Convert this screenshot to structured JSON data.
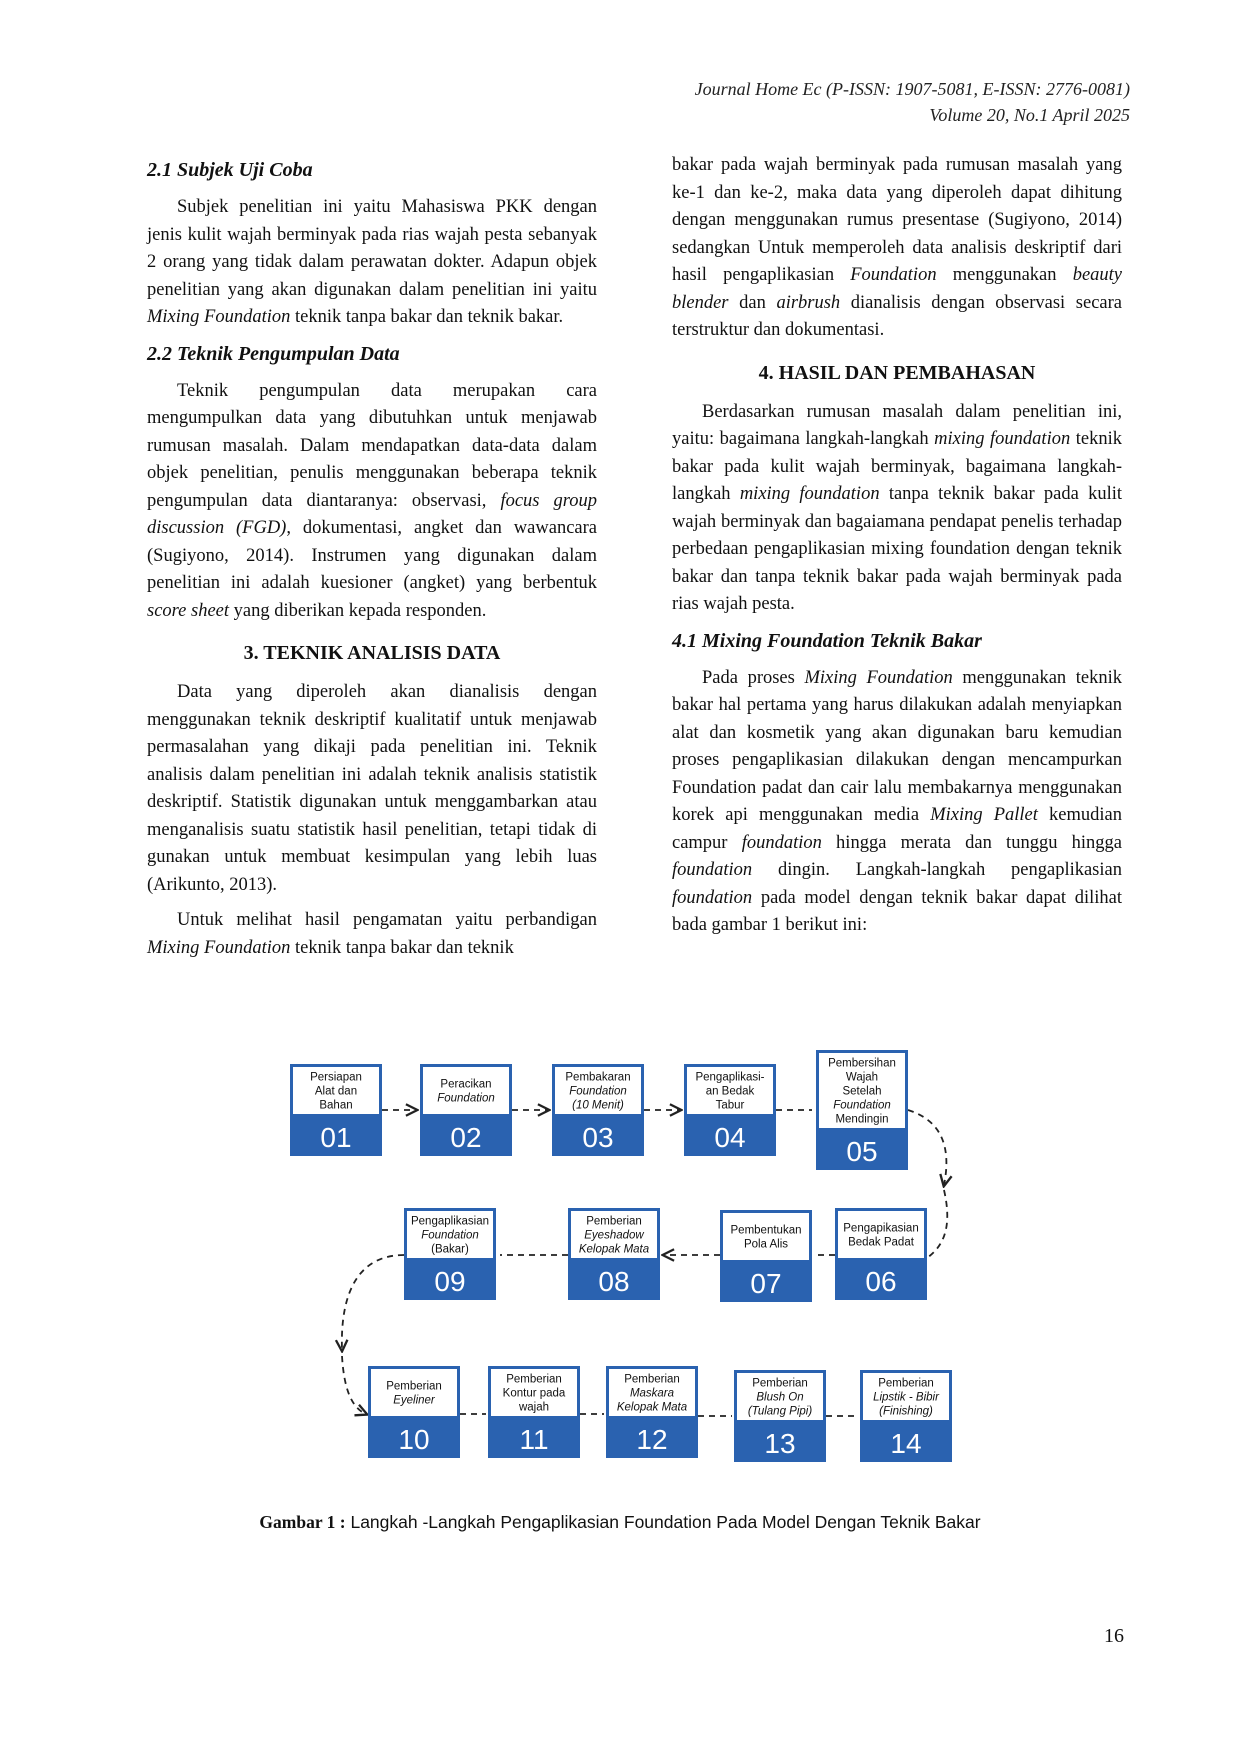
{
  "header": {
    "line1": "Journal Home Ec (P-ISSN: 1907-5081, E-ISSN: 2776-0081)",
    "line2": "Volume 20, No.1 April 2025"
  },
  "left": {
    "h21": "2.1 Subjek Uji Coba",
    "p1a": "Subjek penelitian ini yaitu Mahasiswa PKK dengan jenis kulit wajah berminyak pada rias wajah pesta sebanyak 2 orang yang tidak dalam perawatan dokter. Adapun objek penelitian yang akan digunakan dalam penelitian ini yaitu ",
    "p1i": "Mixing Foundation",
    "p1b": " teknik tanpa bakar dan teknik bakar.",
    "h22": "2.2 Teknik Pengumpulan Data",
    "p2a": "Teknik pengumpulan data merupakan cara mengumpulkan data yang dibutuhkan untuk menjawab rumusan masalah. Dalam mendapatkan data-data dalam objek penelitian, penulis menggunakan beberapa teknik pengumpulan data diantaranya: observasi, ",
    "p2i": "focus group discussion (FGD)",
    "p2b": ", dokumentasi, angket dan wawancara (Sugiyono, 2014). Instrumen yang digunakan dalam penelitian ini adalah kuesioner (angket) yang berbentuk ",
    "p2i2": "score sheet",
    "p2c": " yang diberikan kepada responden.",
    "h3": "3. TEKNIK ANALISIS DATA",
    "p3": "Data yang diperoleh akan dianalisis dengan menggunakan teknik deskriptif kualitatif untuk menjawab permasalahan yang dikaji pada penelitian ini. Teknik analisis dalam penelitian ini adalah teknik analisis statistik deskriptif. Statistik digunakan untuk menggambarkan atau menganalisis suatu statistik hasil penelitian, tetapi tidak di gunakan untuk membuat kesimpulan yang lebih luas (Arikunto, 2013).",
    "p4a": "Untuk melihat hasil pengamatan yaitu perbandigan ",
    "p4i": "Mixing Foundation",
    "p4b": " teknik tanpa bakar dan teknik"
  },
  "right": {
    "p5a": "bakar pada wajah berminyak pada rumusan masalah yang ke-1 dan ke-2, maka data yang diperoleh dapat dihitung dengan menggunakan rumus presentase (Sugiyono, 2014) sedangkan Untuk memperoleh data analisis deskriptif dari hasil pengaplikasian ",
    "p5i": "Foundation",
    "p5b": " menggunakan ",
    "p5i2": "beauty blender",
    "p5c": " dan ",
    "p5i3": "airbrush",
    "p5d": " dianalisis dengan observasi secara terstruktur dan dokumentasi.",
    "h4": "4. HASIL DAN PEMBAHASAN",
    "p6a": "Berdasarkan rumusan masalah dalam penelitian ini, yaitu: bagaimana langkah-langkah ",
    "p6i": "mixing foundation",
    "p6b": " teknik bakar pada kulit wajah berminyak, bagaimana langkah-langkah ",
    "p6i2": "mixing foundation",
    "p6c": " tanpa teknik bakar pada kulit wajah berminyak dan bagaiamana pendapat penelis terhadap perbedaan pengaplikasian mixing foundation dengan teknik bakar dan tanpa teknik bakar pada wajah berminyak pada rias wajah pesta.",
    "h41": "4.1 Mixing Foundation Teknik Bakar",
    "p7a": "Pada proses ",
    "p7i": "Mixing Foundation",
    "p7b": " menggunakan teknik bakar hal pertama yang harus dilakukan adalah menyiapkan alat dan kosmetik yang akan digunakan baru kemudian proses pengaplikasian dilakukan dengan mencampurkan Foundation padat dan cair lalu membakarnya menggunakan korek api menggunakan media ",
    "p7i2": "Mixing Pallet",
    "p7c": " kemudian campur ",
    "p7i3": "foundation",
    "p7d": " hingga merata dan tunggu hingga ",
    "p7i4": "foundation",
    "p7e": " dingin. Langkah-langkah pengaplikasian ",
    "p7i5": "foundation",
    "p7f": " pada model dengan teknik bakar dapat dilihat bada gambar 1 berikut ini:"
  },
  "figure": {
    "box_color": "#2a62b0",
    "steps": [
      {
        "num": "01",
        "lines": [
          [
            "Persiapan",
            false
          ],
          [
            "Alat dan",
            false
          ],
          [
            "Bahan",
            false
          ]
        ]
      },
      {
        "num": "02",
        "lines": [
          [
            "Peracikan",
            false
          ],
          [
            "Foundation",
            true
          ]
        ]
      },
      {
        "num": "03",
        "lines": [
          [
            "Pembakaran",
            false
          ],
          [
            "Foundation",
            true
          ],
          [
            "(10 Menit)",
            true
          ]
        ]
      },
      {
        "num": "04",
        "lines": [
          [
            "Pengaplikasi-",
            false
          ],
          [
            "an Bedak",
            false
          ],
          [
            "Tabur",
            false
          ]
        ]
      },
      {
        "num": "05",
        "lines": [
          [
            "Pembersihan",
            false
          ],
          [
            "Wajah",
            false
          ],
          [
            "Setelah",
            false
          ],
          [
            "Foundation",
            true
          ],
          [
            "Mendingin",
            false
          ]
        ]
      },
      {
        "num": "06",
        "lines": [
          [
            "Pengapikasian",
            false
          ],
          [
            "Bedak Padat",
            false
          ]
        ]
      },
      {
        "num": "07",
        "lines": [
          [
            "Pembentukan",
            false
          ],
          [
            "Pola Alis",
            false
          ]
        ]
      },
      {
        "num": "08",
        "lines": [
          [
            "Pemberian",
            false
          ],
          [
            "Eyeshadow",
            true
          ],
          [
            "Kelopak Mata",
            true
          ]
        ]
      },
      {
        "num": "09",
        "lines": [
          [
            "Pengaplikasian",
            false
          ],
          [
            "Foundation",
            true
          ],
          [
            "(Bakar)",
            false
          ]
        ]
      },
      {
        "num": "10",
        "lines": [
          [
            "Pemberian",
            false
          ],
          [
            "Eyeliner",
            true
          ]
        ]
      },
      {
        "num": "11",
        "lines": [
          [
            "Pemberian",
            false
          ],
          [
            "Kontur pada",
            false
          ],
          [
            "wajah",
            false
          ]
        ]
      },
      {
        "num": "12",
        "lines": [
          [
            "Pemberian",
            false
          ],
          [
            "Maskara",
            true
          ],
          [
            "Kelopak Mata",
            true
          ]
        ]
      },
      {
        "num": "13",
        "lines": [
          [
            "Pemberian",
            false
          ],
          [
            "Blush On",
            true
          ],
          [
            "(Tulang Pipi)",
            true
          ]
        ]
      },
      {
        "num": "14",
        "lines": [
          [
            "Pemberian",
            false
          ],
          [
            "Lipstik - Bibir",
            true
          ],
          [
            "(Finishing)",
            true
          ]
        ]
      }
    ]
  },
  "caption": {
    "label": "Gambar 1 :",
    "text": " Langkah -Langkah Pengaplikasian Foundation Pada Model Dengan Teknik Bakar"
  },
  "page_number": "16"
}
